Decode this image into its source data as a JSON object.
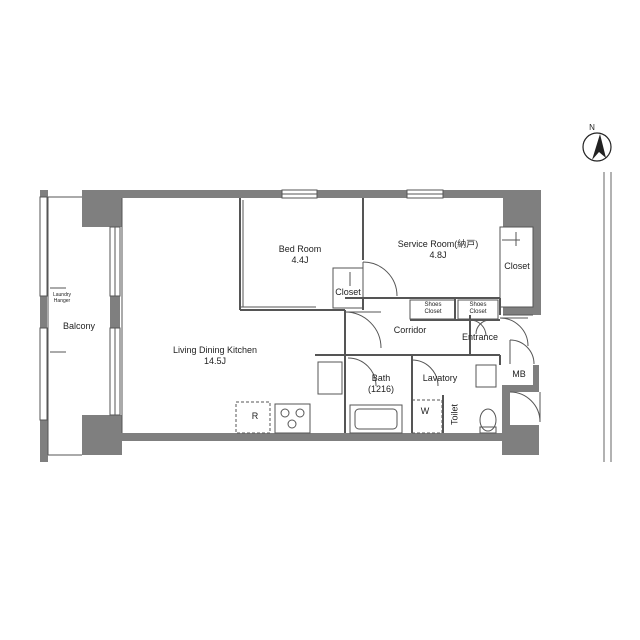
{
  "rooms": {
    "bedroom": {
      "name": "Bed Room",
      "size": "4.4J"
    },
    "service": {
      "name": "Service Room(納戸)",
      "size": "4.8J"
    },
    "ldk": {
      "name": "Living Dining Kitchen",
      "size": "14.5J"
    },
    "bath": {
      "name": "Bath",
      "size": "(1216)"
    },
    "balcony": "Balcony",
    "corridor": "Corridor",
    "entrance": "Entrance",
    "lavatory": "Lavatory",
    "toilet": "Toilet",
    "closet_bed": "Closet",
    "closet_service": "Closet",
    "shoes_closet_1": "Shoes\nCloset",
    "shoes_closet_2": "Shoes\nCloset",
    "laundry_hanger": "Laundry\nHanger",
    "mb": "MB",
    "fridge": "R",
    "washer": "W"
  },
  "compass": {
    "label": "N"
  },
  "colors": {
    "wall": "#7f7f7f",
    "line": "#555555"
  }
}
